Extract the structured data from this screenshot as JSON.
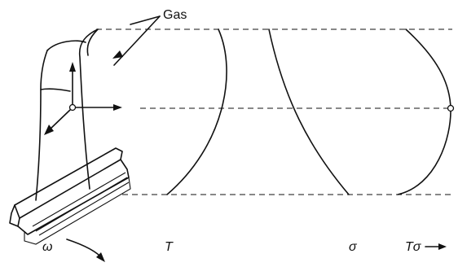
{
  "labels": {
    "gas": "Gas",
    "omega": "ω",
    "temperature": "T",
    "stress": "σ",
    "product": "Tσ"
  },
  "colors": {
    "ink": "#111111",
    "background": "#ffffff"
  }
}
